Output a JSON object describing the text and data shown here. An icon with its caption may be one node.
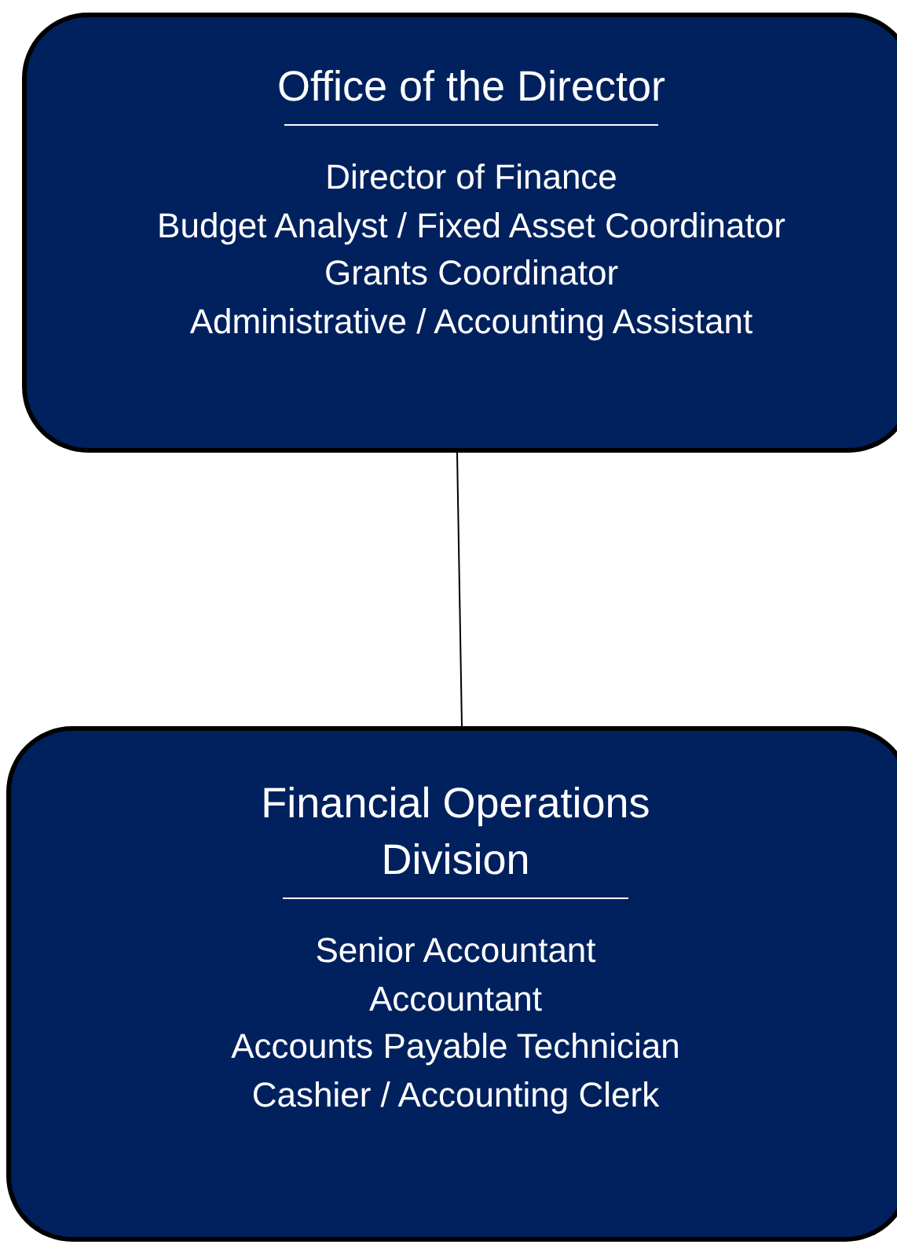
{
  "diagram": {
    "nodes": [
      {
        "text": [
          "Office of the Director",
          "Director of Finance",
          "Budget Analyst / Fixed Asset Coordinator",
          "Grants Coordinator",
          "Administrative / Accounting Assistant"
        ]
      },
      {
        "text": [
          "Financial Operations Division",
          "Senior Accountant",
          "Accountant",
          "Accounts Payable Technician",
          "Cashier / Accounting Clerk"
        ]
      }
    ],
    "edges": [
      {
        "from": 0,
        "to": 1,
        "arrow": "none"
      }
    ]
  }
}
